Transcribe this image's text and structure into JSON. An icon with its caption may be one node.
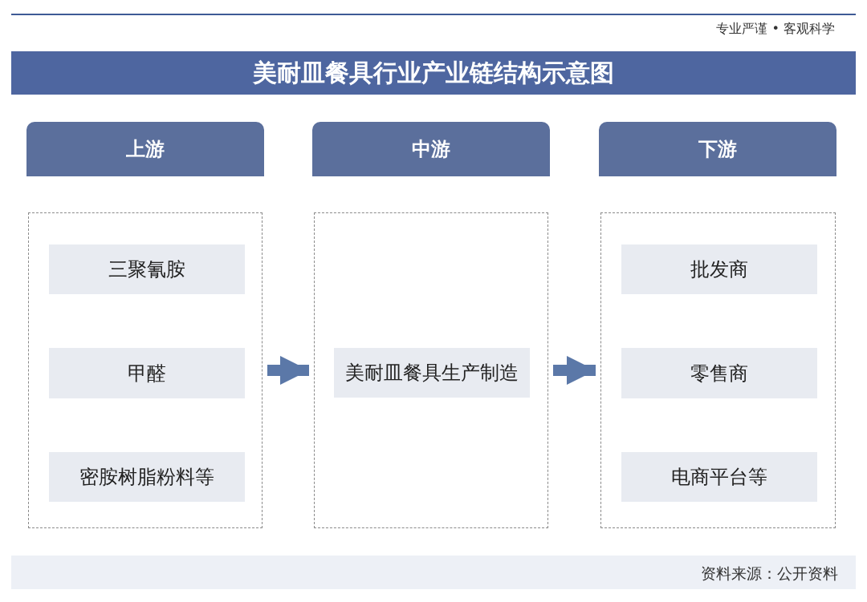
{
  "diagram": {
    "title": "美耐皿餐具行业产业链结构示意图",
    "nodes": [
      {
        "text": [
          "上游"
        ]
      },
      {
        "text": [
          "中游"
        ]
      },
      {
        "text": [
          "下游"
        ]
      },
      {
        "text": [],
        "shape": "box"
      },
      {
        "text": [
          "三聚氰胺"
        ],
        "in": 3
      },
      {
        "text": [
          "甲醛"
        ],
        "in": 3
      },
      {
        "text": [
          "密胺树脂粉料等"
        ],
        "in": 3
      },
      {
        "text": [],
        "shape": "box"
      },
      {
        "text": [
          "美耐皿餐具生产制造"
        ],
        "in": 7
      },
      {
        "text": [],
        "shape": "box"
      },
      {
        "text": [
          "批发商"
        ],
        "in": 9
      },
      {
        "text": [
          "零售商"
        ],
        "in": 9
      },
      {
        "text": [
          "电商平台等"
        ],
        "in": 9
      }
    ],
    "edges": [
      {
        "from": 3,
        "to": 7,
        "arrow": "to"
      },
      {
        "from": 7,
        "to": 9,
        "arrow": "to"
      }
    ],
    "labels": [
      "专业严谨 • 客观科学",
      "资料来源：公开资料"
    ]
  }
}
